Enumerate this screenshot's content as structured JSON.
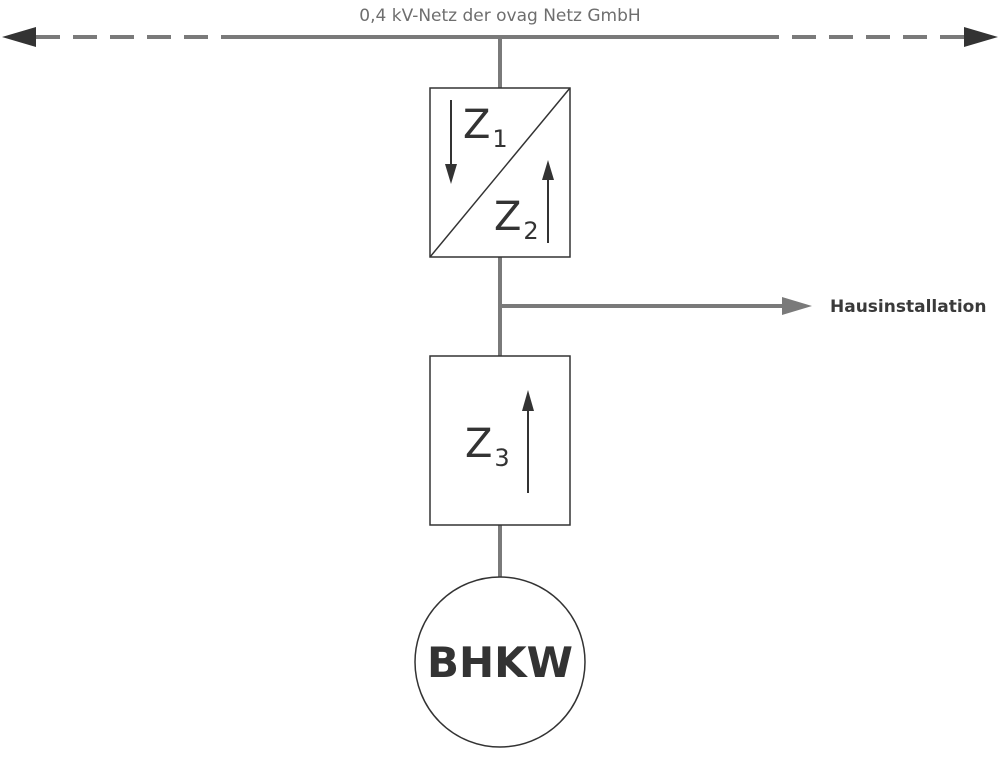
{
  "grid": {
    "label": "0,4 kV-Netz der ovag Netz GmbH"
  },
  "branch": {
    "label": "Hausinstallation"
  },
  "meters": [
    {
      "letter": "Z",
      "index": "1",
      "direction": "down"
    },
    {
      "letter": "Z",
      "index": "2",
      "direction": "up"
    },
    {
      "letter": "Z",
      "index": "3",
      "direction": "up"
    }
  ],
  "generator": {
    "label": "BHKW"
  },
  "colors": {
    "line": "#7a7a7a",
    "text": "#333333",
    "grid_text": "#6e6e6e"
  }
}
